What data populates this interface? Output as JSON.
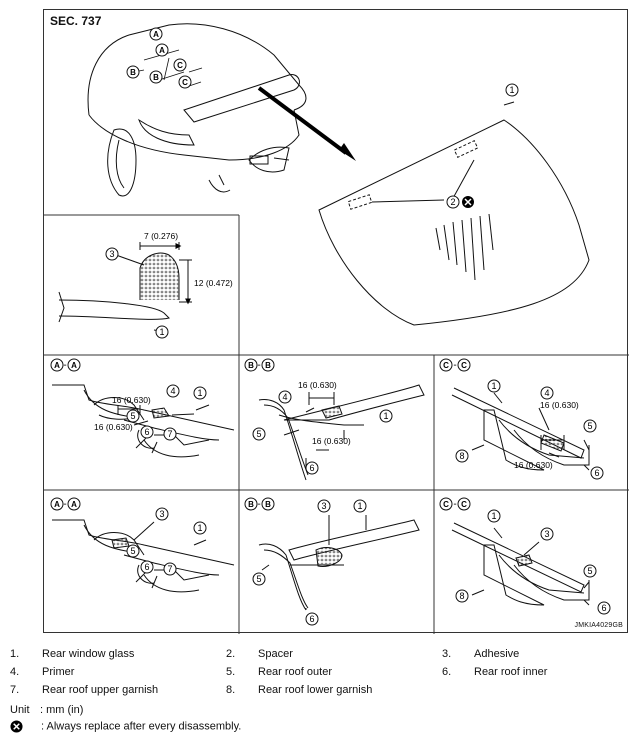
{
  "figure": {
    "section": "SEC. 737",
    "figure_id": "JMKIA4029GB",
    "callouts": {
      "one": "1",
      "two": "2",
      "three": "3",
      "four": "4",
      "five": "5",
      "six": "6",
      "seven": "7",
      "eight": "8",
      "a": "A",
      "b": "B",
      "c": "C"
    },
    "dimensions": {
      "width": "7 (0.276)",
      "height": "12 (0.472)",
      "primer": "16 (0.630)"
    }
  },
  "legend": [
    {
      "num": "1.",
      "label": "Rear window glass"
    },
    {
      "num": "2.",
      "label": "Spacer"
    },
    {
      "num": "3.",
      "label": "Adhesive"
    },
    {
      "num": "4.",
      "label": "Primer"
    },
    {
      "num": "5.",
      "label": "Rear roof outer"
    },
    {
      "num": "6.",
      "label": "Rear roof inner"
    },
    {
      "num": "7.",
      "label": "Rear roof upper garnish"
    },
    {
      "num": "8.",
      "label": "Rear roof lower garnish"
    }
  ],
  "unit": {
    "label": "Unit",
    "value": ": mm (in)"
  },
  "note": {
    "icon": "replace-x-icon",
    "text": ": Always replace after every disassembly."
  }
}
